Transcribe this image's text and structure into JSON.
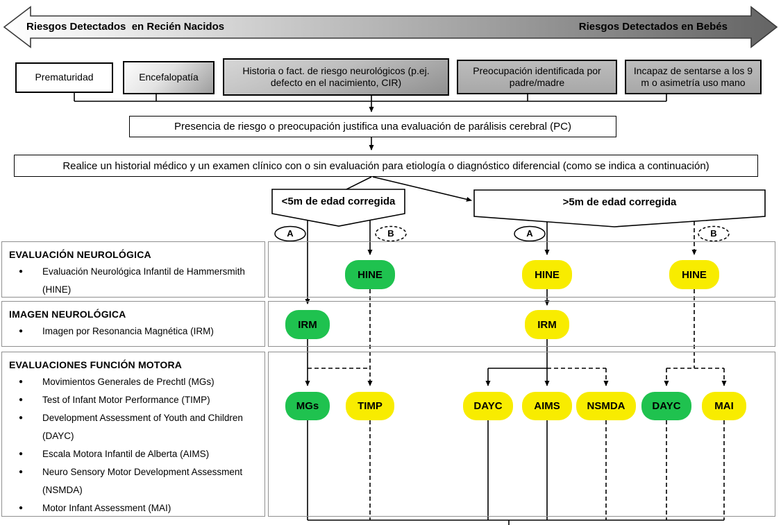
{
  "header_arrow": {
    "left_label": "Riesgos Detectados  en Recién Nacidos",
    "right_label": "Riesgos Detectados en Bebés"
  },
  "risk_boxes": [
    {
      "label": "Prematuridad"
    },
    {
      "label": "Encefalopatía"
    },
    {
      "label": "Historia o fact. de riesgo neurológicos (p.ej. defecto en el nacimiento, CIR)"
    },
    {
      "label": "Preocupación identificada por padre/madre"
    },
    {
      "label": "Incapaz de sentarse a los 9 m o asimetría uso mano"
    }
  ],
  "steps": {
    "evaluation_justified": "Presencia de riesgo o preocupación justifica una evaluación de parálisis cerebral (PC)",
    "clinical_exam": "Realice un historial médico y un examen clínico con o sin evaluación para etiología o diagnóstico diferencial (como se indica a continuación)"
  },
  "branches": {
    "under5_label": "<5m de edad corregida",
    "over5_label": ">5m de edad corregida",
    "path_a": "A",
    "path_b": "B"
  },
  "categories": [
    {
      "title": "EVALUACIÓN NEUROLÓGICA",
      "items": [
        "Evaluación Neurológica Infantil de Hammersmith (HINE)"
      ]
    },
    {
      "title": "IMAGEN NEUROLÓGICA",
      "items": [
        "Imagen por Resonancia Magnética (IRM)"
      ]
    },
    {
      "title": "EVALUACIONES FUNCIÓN MOTORA",
      "items": [
        "Movimientos Generales de Prechtl (MGs)",
        "Test of Infant Motor Performance (TIMP)",
        "Development Assessment of Youth and Children (DAYC)",
        "Escala Motora Infantil de Alberta (AIMS)",
        "Neuro Sensory Motor Development Assessment (NSMDA)",
        "Motor Infant Assessment (MAI)"
      ]
    }
  ],
  "nodes": {
    "hine_u5b": {
      "label": "HINE",
      "color": "#1fc24f"
    },
    "hine_o5a": {
      "label": "HINE",
      "color": "#f8ec00"
    },
    "hine_o5b": {
      "label": "HINE",
      "color": "#f8ec00"
    },
    "irm_u5a": {
      "label": "IRM",
      "color": "#1fc24f"
    },
    "irm_o5a": {
      "label": "IRM",
      "color": "#f8ec00"
    },
    "mgs_u5a": {
      "label": "MGs",
      "color": "#1fc24f"
    },
    "timp_u5b": {
      "label": "TIMP",
      "color": "#f8ec00"
    },
    "dayc_o5a": {
      "label": "DAYC",
      "color": "#f8ec00"
    },
    "aims_o5a": {
      "label": "AIMS",
      "color": "#f8ec00"
    },
    "nsmda_o5a": {
      "label": "NSMDA",
      "color": "#f8ec00"
    },
    "dayc_o5b": {
      "label": "DAYC",
      "color": "#1fc24f"
    },
    "mai_o5b": {
      "label": "MAI",
      "color": "#f8ec00"
    }
  },
  "colors": {
    "green": "#1fc24f",
    "yellow": "#f8ec00",
    "arrow_light": "#ffffff",
    "arrow_dark": "#646464",
    "line_black": "#000000",
    "panel_border": "#8f8f8f"
  }
}
